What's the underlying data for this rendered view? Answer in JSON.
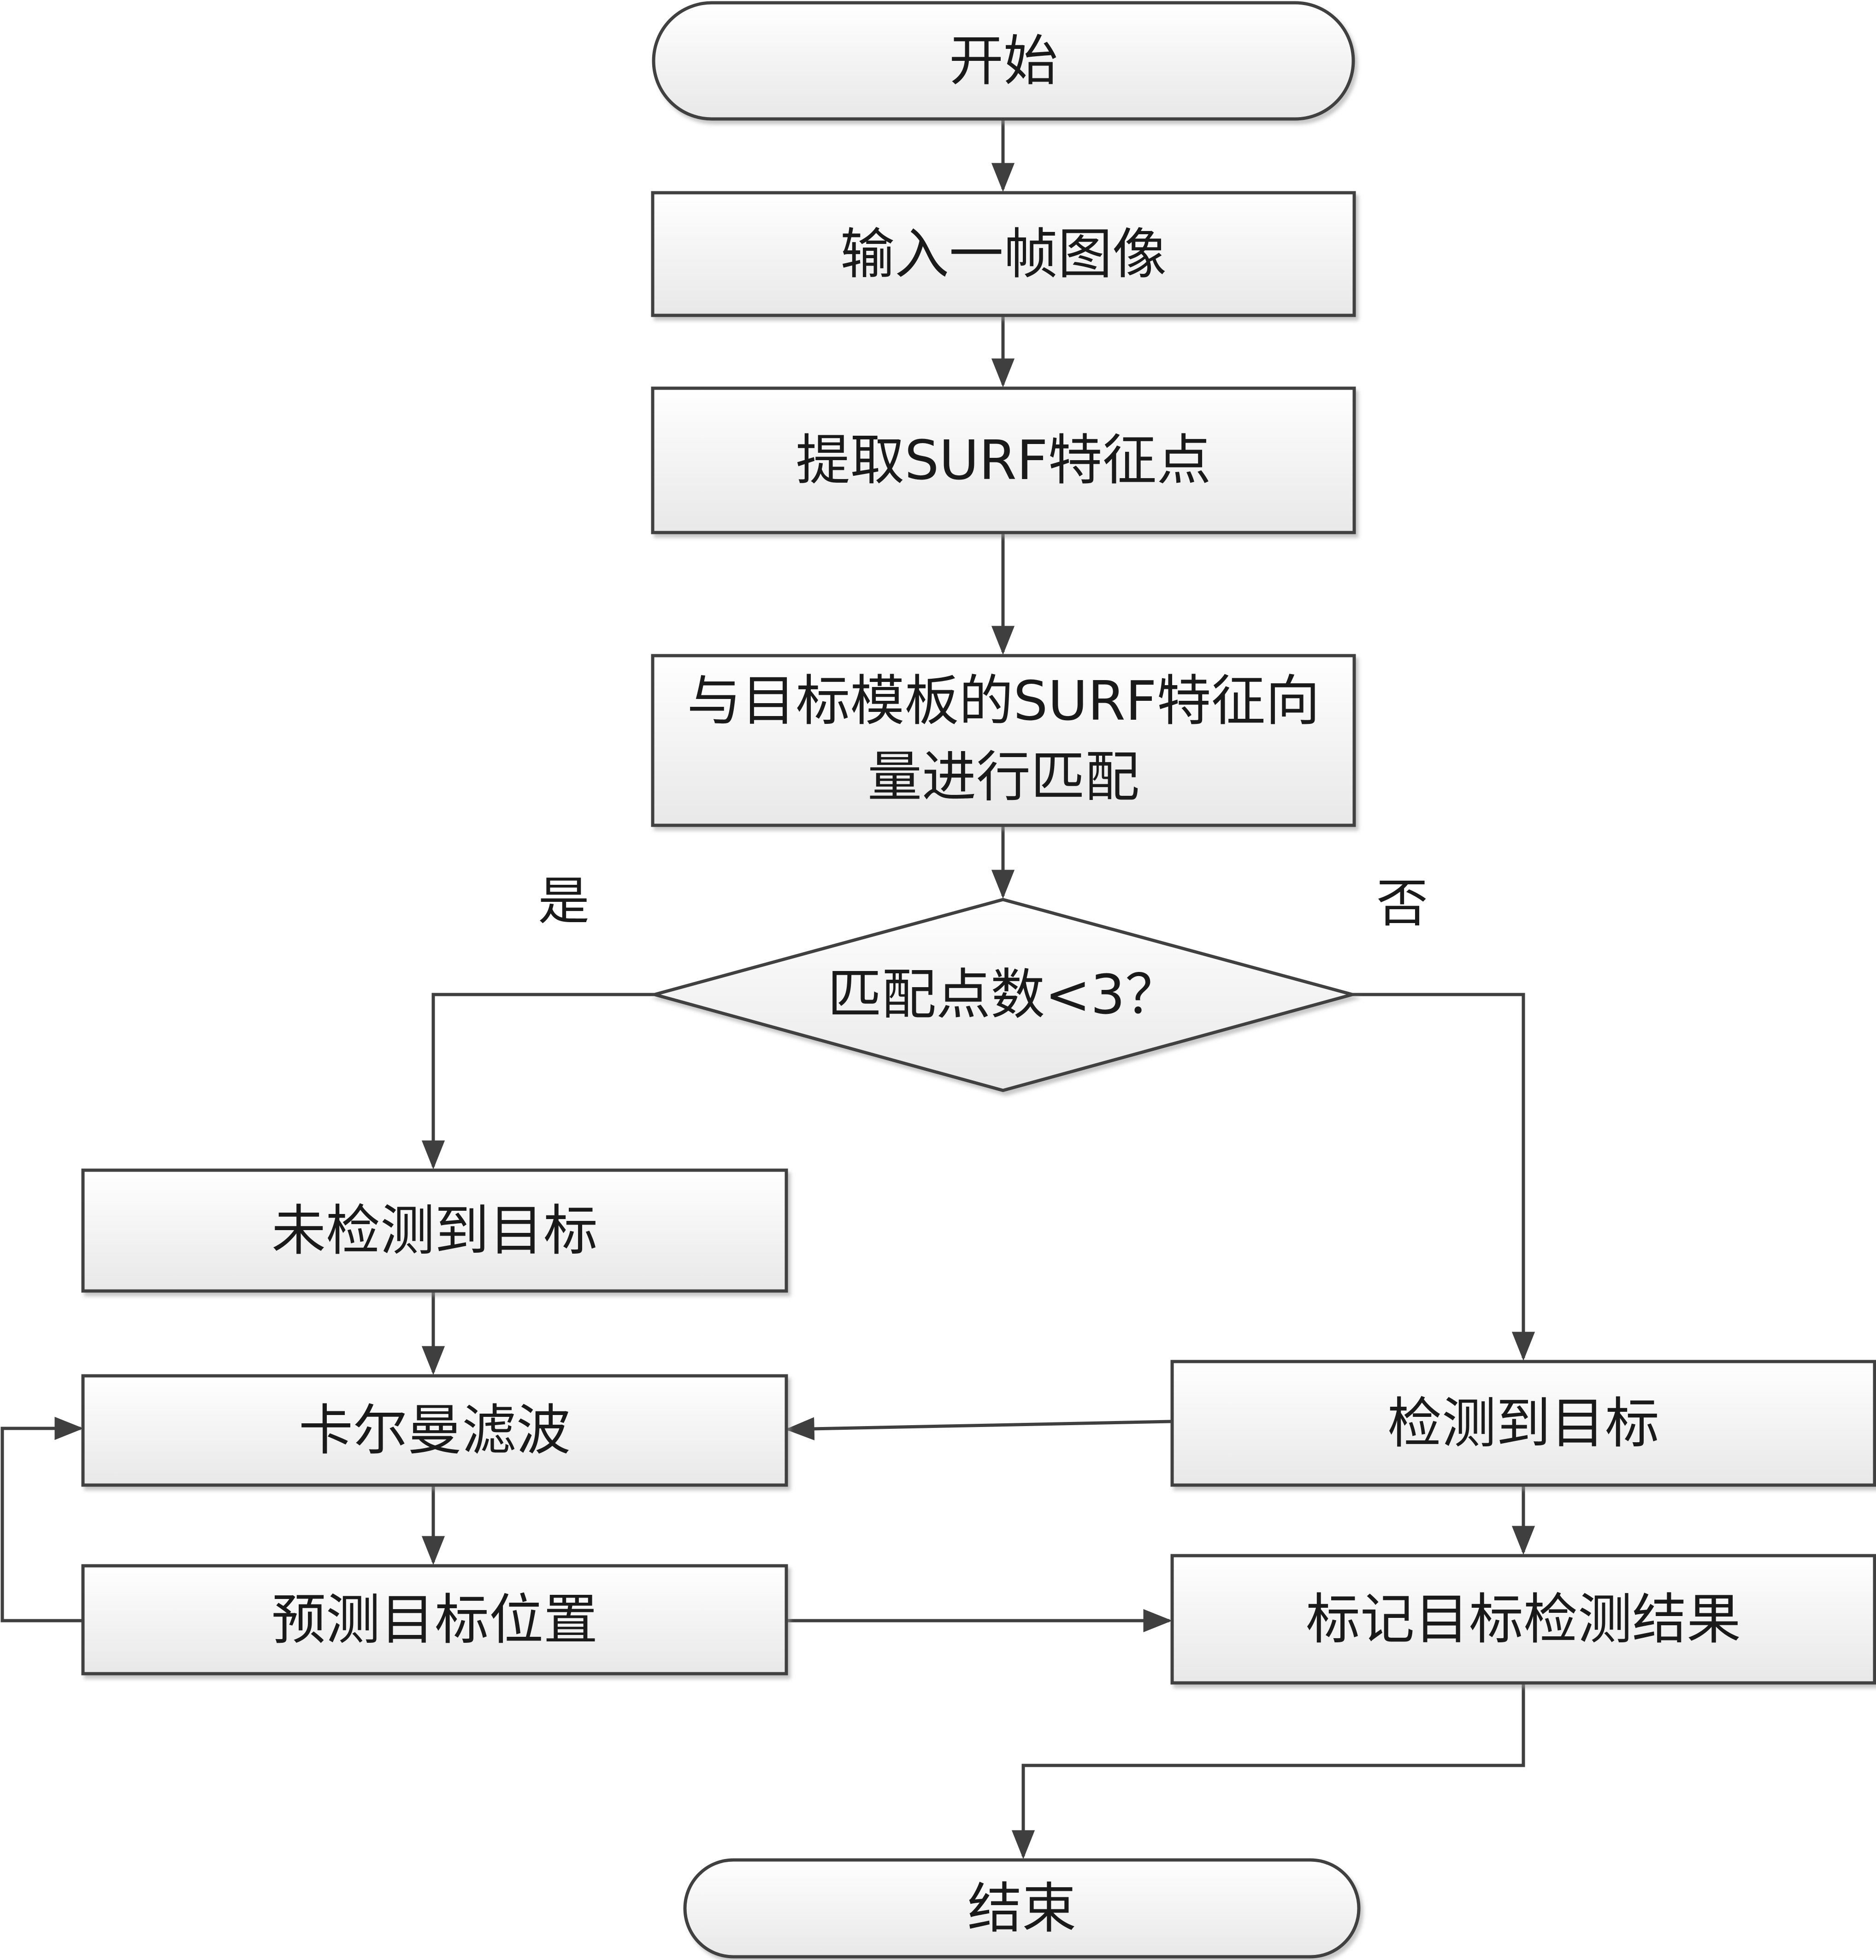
{
  "flowchart": {
    "start": "开始",
    "input_frame": "输入一帧图像",
    "extract_features": "提取SURF特征点",
    "match_line1": "与目标模板的SURF特征向",
    "match_line2": "量进行匹配",
    "decision": "匹配点数<3？",
    "branch_yes": "是",
    "branch_no": "否",
    "not_detected": "未检测到目标",
    "kalman_filter": "卡尔曼滤波",
    "predict_position": "预测目标位置",
    "detected": "检测到目标",
    "mark_result": "标记目标检测结果",
    "end": "结束"
  },
  "colors": {
    "box_fill_top": "#ffffff",
    "box_fill_bottom": "#e9e9e9",
    "border": "#404040",
    "connector": "#3f3f3f",
    "text": "#1a1a1a"
  }
}
